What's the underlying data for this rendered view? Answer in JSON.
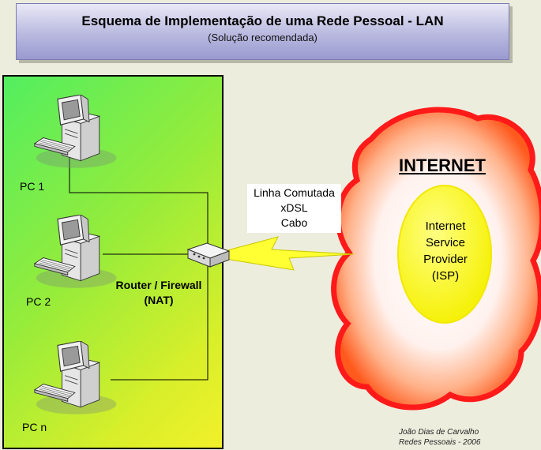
{
  "header": {
    "title": "Esquema de Implementação de uma Rede Pessoal - LAN",
    "subtitle": "(Solução recomendada)"
  },
  "lan": {
    "pcs": [
      {
        "label": "PC 1",
        "icon": "desktop-computer-icon"
      },
      {
        "label": "PC 2",
        "icon": "desktop-computer-icon"
      },
      {
        "label": "PC n",
        "icon": "desktop-computer-icon"
      }
    ],
    "router": {
      "label_line1": "Router / Firewall",
      "label_line2": "(NAT)",
      "icon": "router-icon"
    }
  },
  "connection": {
    "line1": "Linha Comutada",
    "line2": "xDSL",
    "line3": "Cabo",
    "icon": "lightning-bolt-icon"
  },
  "internet": {
    "label": "INTERNET",
    "isp_line1": "Internet",
    "isp_line2": "Service",
    "isp_line3": "Provider",
    "isp_line4": "(ISP)"
  },
  "credit": {
    "author": "João Dias de Carvalho",
    "course": "Redes Pessoais - 2006"
  },
  "colors": {
    "lan_gradient_start": "#52ee60",
    "lan_gradient_end": "#f2f02a",
    "cloud_border": "#ff2020",
    "cloud_fill_center": "#ffffff",
    "cloud_fill_edge": "#ff5a1e",
    "isp_fill": "#ffff00",
    "title_box": "#b9b9e0"
  }
}
